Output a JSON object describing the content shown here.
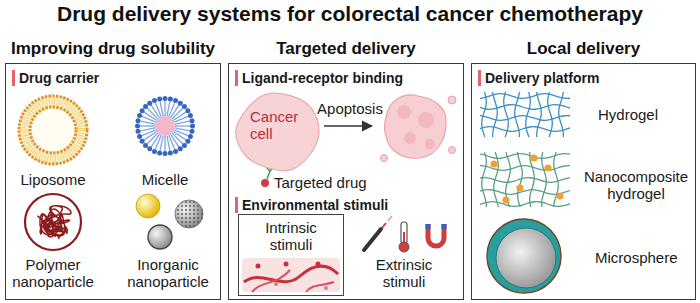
{
  "diagram": {
    "title": "Drug delivery systems for colorectal cancer chemotherapy",
    "nodes": [
      {
        "text": [
          "Improving drug solubility",
          "Drug carrier"
        ]
      },
      {
        "text": [
          "Targeted delivery",
          "Ligand-receptor binding",
          "Environmental stimuli"
        ]
      },
      {
        "text": [
          "Cancer cell"
        ],
        "in": 1
      },
      {
        "text": [
          "Intrinsic stimuli"
        ],
        "in": 1
      },
      {
        "text": [
          "Local delivery",
          "Delivery platform"
        ]
      }
    ],
    "labels": [
      "Liposome",
      "Micelle",
      "Polymer nanoparticle",
      "Inorganic nanoparticle",
      "Apoptosis",
      "Targeted drug",
      "Extrinsic stimuli",
      "Hydrogel",
      "Nanocomposite hydrogel",
      "Microsphere"
    ]
  }
}
